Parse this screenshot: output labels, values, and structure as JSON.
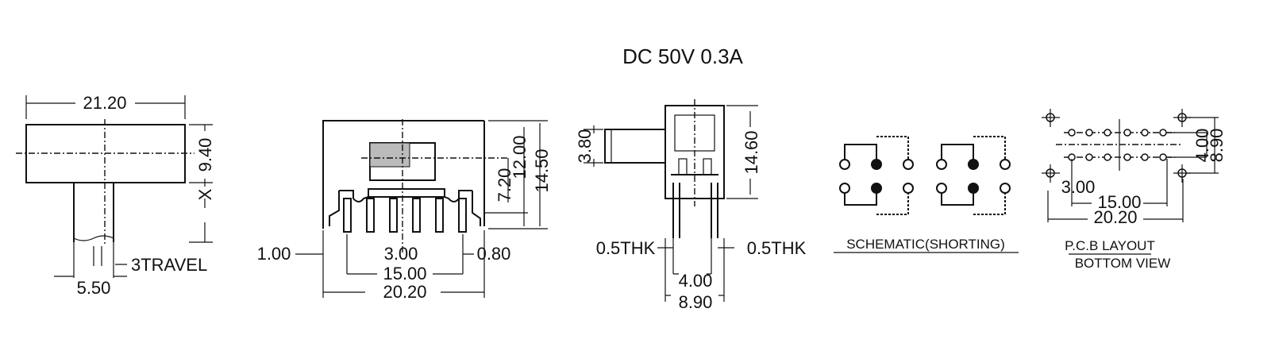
{
  "title": "DC  50V  0.3A",
  "top_view": {
    "width": "21.20",
    "height": "9.40",
    "stem": "X",
    "travel": "3TRAVEL",
    "stem_width": "5.50"
  },
  "front_view": {
    "d_7_20": "7.20",
    "d_12_00": "12.00",
    "d_14_50": "14.50",
    "left_pin": "1.00",
    "pitch": "3.00",
    "right_pin": "0.80",
    "span": "15.00",
    "overall": "20.20"
  },
  "side_view": {
    "lever": "3.80",
    "height": "14.60",
    "thk_left": "0.5THK",
    "thk_right": "0.5THK",
    "row_spacing": "4.00",
    "overall": "8.90"
  },
  "schematic": {
    "label": "SCHEMATIC(SHORTING)"
  },
  "pcb": {
    "row_spacing": "4.00",
    "overall_h": "8.90",
    "pitch": "3.00",
    "span": "15.00",
    "overall": "20.20",
    "label1": "P.C.B LAYOUT",
    "label2": "BOTTOM VIEW"
  }
}
